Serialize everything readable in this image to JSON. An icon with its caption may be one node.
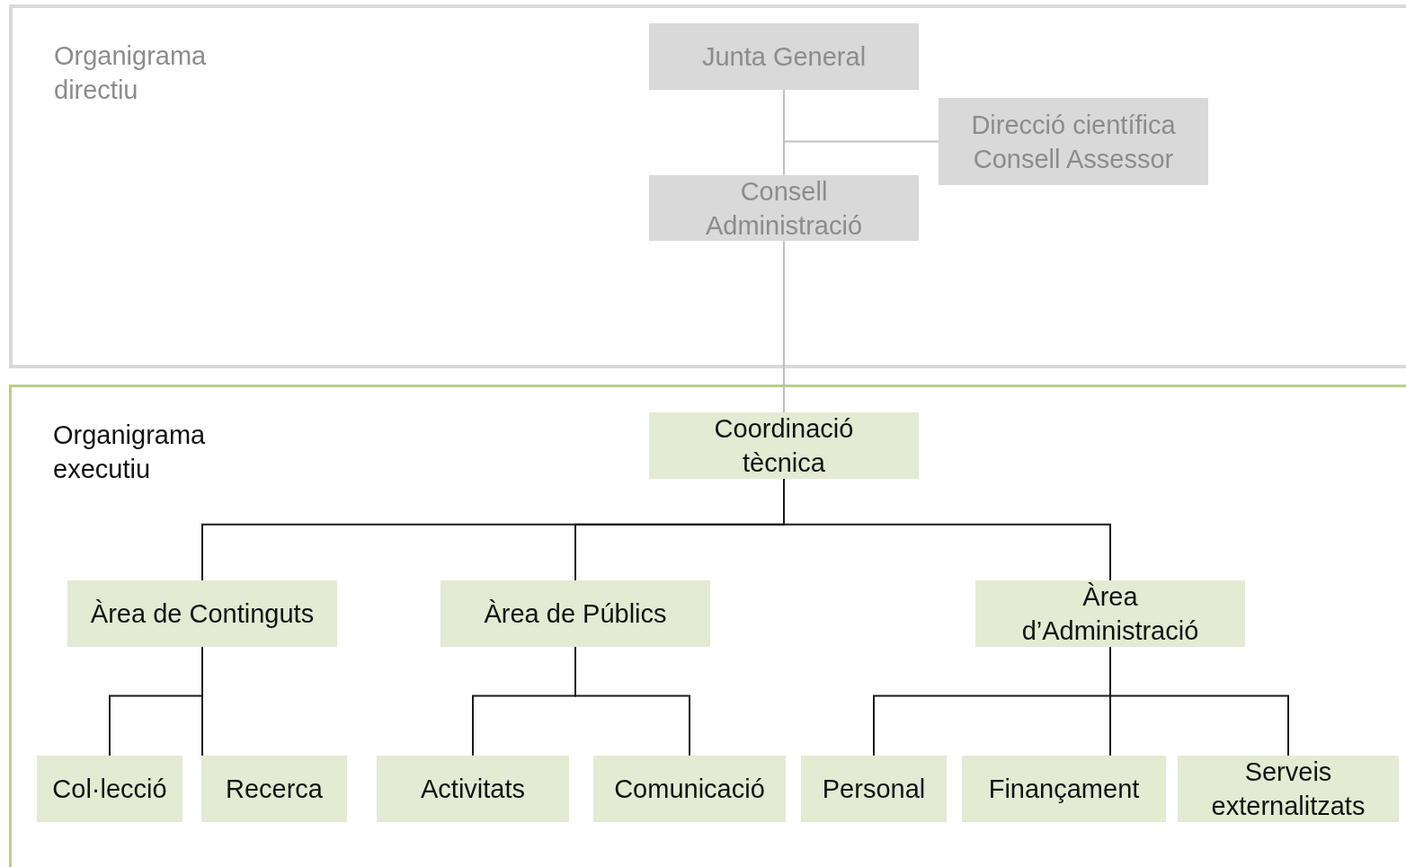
{
  "diagram": {
    "nodes": [
      {
        "text": [
          "Organigrama directiu"
        ]
      },
      {
        "text": [
          "Junta General"
        ],
        "in": 0
      },
      {
        "text": [
          "Direcció científica Consell Assessor"
        ],
        "in": 0
      },
      {
        "text": [
          "Consell Administració"
        ],
        "in": 0
      },
      {
        "text": [
          "Organigrama executiu"
        ]
      },
      {
        "text": [
          "Coordinació tècnica"
        ],
        "in": 4
      },
      {
        "text": [
          "Àrea de Continguts"
        ],
        "in": 4
      },
      {
        "text": [
          "Àrea de Públics"
        ],
        "in": 4
      },
      {
        "text": [
          "Àrea d’Administració"
        ],
        "in": 4
      },
      {
        "text": [
          "Col·lecció"
        ],
        "in": 4
      },
      {
        "text": [
          "Recerca"
        ],
        "in": 4
      },
      {
        "text": [
          "Activitats"
        ],
        "in": 4
      },
      {
        "text": [
          "Comunicació"
        ],
        "in": 4
      },
      {
        "text": [
          "Personal"
        ],
        "in": 4
      },
      {
        "text": [
          "Finançament"
        ],
        "in": 4
      },
      {
        "text": [
          "Serveis externalitzats"
        ],
        "in": 4
      }
    ],
    "edges": [
      {
        "from": 1,
        "to": 3,
        "arrow": "none",
        "color": "#bfbfbf"
      },
      {
        "from": 1,
        "to": 2,
        "arrow": "none",
        "color": "#bfbfbf"
      },
      {
        "from": 3,
        "to": 5,
        "arrow": "none",
        "color": "#bfbfbf"
      },
      {
        "from": 5,
        "to": 6,
        "arrow": "none"
      },
      {
        "from": 5,
        "to": 7,
        "arrow": "none"
      },
      {
        "from": 5,
        "to": 8,
        "arrow": "none"
      },
      {
        "from": 6,
        "to": 9,
        "arrow": "none"
      },
      {
        "from": 6,
        "to": 10,
        "arrow": "none"
      },
      {
        "from": 7,
        "to": 11,
        "arrow": "none"
      },
      {
        "from": 7,
        "to": 12,
        "arrow": "none"
      },
      {
        "from": 8,
        "to": 13,
        "arrow": "none"
      },
      {
        "from": 8,
        "to": 14,
        "arrow": "none"
      },
      {
        "from": 8,
        "to": 15,
        "arrow": "none"
      }
    ]
  }
}
